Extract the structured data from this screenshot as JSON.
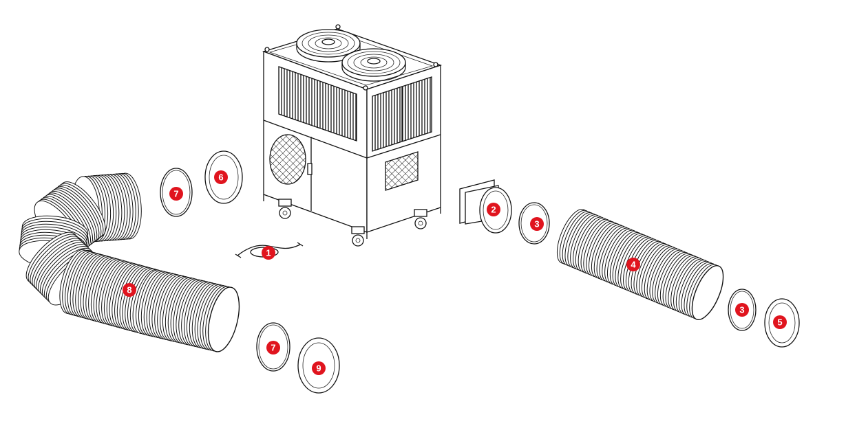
{
  "diagram": {
    "colors": {
      "line": "#111111",
      "badge": "#e0141e",
      "badge_text": "#ffffff",
      "background": "#ffffff"
    },
    "unit": {
      "name": "portable-cooling-unit"
    },
    "parts": [
      {
        "id": "1",
        "label": "1",
        "part": "drain-hose"
      },
      {
        "id": "2",
        "label": "2",
        "part": "square-to-round-duct-adapter"
      },
      {
        "id": "3a",
        "label": "3",
        "part": "hose-clamp-ring"
      },
      {
        "id": "4",
        "label": "4",
        "part": "flexible-duct-hose"
      },
      {
        "id": "3b",
        "label": "3",
        "part": "hose-clamp-ring"
      },
      {
        "id": "5",
        "label": "5",
        "part": "flange-ring"
      },
      {
        "id": "6",
        "label": "6",
        "part": "flange-ring"
      },
      {
        "id": "7a",
        "label": "7",
        "part": "hose-clamp-ring"
      },
      {
        "id": "8",
        "label": "8",
        "part": "flexible-duct-hose-large"
      },
      {
        "id": "7b",
        "label": "7",
        "part": "hose-clamp-ring"
      },
      {
        "id": "9",
        "label": "9",
        "part": "flange-ring"
      }
    ]
  }
}
